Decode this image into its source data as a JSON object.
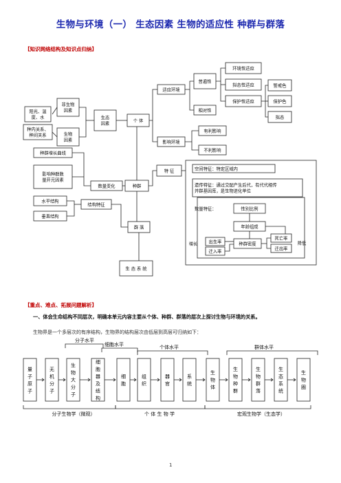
{
  "title": "生物与环境（一）   生态因素  生物的适应性  种群与群落",
  "section1_header": "【知识网络结构及知识点归纳】",
  "concept_map": {
    "sunlight": [
      "阳光、温",
      "度、水"
    ],
    "abiotic": [
      "非生物",
      "因素"
    ],
    "interspecies": [
      "种内关系、",
      "种间关系"
    ],
    "biotic": [
      "生物",
      "因素"
    ],
    "eco_factors": [
      "生态",
      "因素"
    ],
    "individual": "个  体",
    "adaptability": "适应环境",
    "universality": "普遍性",
    "relativity": "相对性",
    "env_adapt": "环境性适应",
    "mimic_adapt": "拟态性适应",
    "protect_adapt": "保护性适应",
    "warning_color": "警戒色",
    "protect_color": "保护色",
    "mimicry": "拟态",
    "affect_env": "影响环境",
    "beneficial": "有利影响",
    "harmful": "不利影响",
    "growth_curve": "种群增长曲线",
    "influence_factors": [
      "影响种群数",
      "量开元因素"
    ],
    "quantity_change": "数量变化",
    "population": "种群",
    "features": "特  征",
    "space_feature": "空间特征：特定区域内",
    "genetic_feature": [
      "遗传特征：通过交配产生后代，有代代相传",
      "并群基因库，是生物进化单位"
    ],
    "quantity_feature": "数量特征：",
    "sex_ratio": "性别比例",
    "age_structure": "年龄组成",
    "pop_density": "种群密度",
    "birth_rate": "出生率",
    "immigration": "迁入率",
    "death_rate": "死亡率",
    "emigration": "迁出率",
    "increase": "增长",
    "decrease": "降低",
    "horizontal": "水平结构",
    "vertical": "垂直结构",
    "structure_feature": "结构特征",
    "community": "群  落",
    "ecosystem": "生 态 系 统"
  },
  "section2_header": "【重点、难点、拓展问题解析】",
  "point1": "一、体会生命结构不同层次，明确本单元内容主要从个体、种群、群落的层次上探讨生物与环境的关系。",
  "point1_text": "生物界是一个多层次的有序结构，生物界的结构层次由低层到高层可归纳如下：",
  "levels": {
    "top_labels": [
      "分子水平",
      "细胞水平",
      "个体水平",
      "群体水平"
    ],
    "boxes": [
      [
        "量",
        "子",
        "原",
        "子"
      ],
      [
        "无",
        "机",
        "分",
        "子"
      ],
      [
        "生",
        "物",
        "大",
        "分",
        "子"
      ],
      [
        "细",
        "胞",
        "器",
        "及",
        "结",
        "构"
      ],
      [
        "细",
        "胞"
      ],
      [
        "组",
        "织"
      ],
      [
        "器",
        "官"
      ],
      [
        "系",
        "统"
      ],
      [
        "生",
        "物",
        "体"
      ],
      [
        "生",
        "物",
        "种",
        "群"
      ],
      [
        "生",
        "物",
        "群",
        "落"
      ],
      [
        "生",
        "态",
        "系",
        "统"
      ],
      [
        "生",
        "物",
        "圈"
      ]
    ],
    "bottom_labels": [
      "分子生物学（微观）",
      "个   体   生   物   学",
      "宏观生物学（生态学）"
    ]
  },
  "page_number": "1"
}
